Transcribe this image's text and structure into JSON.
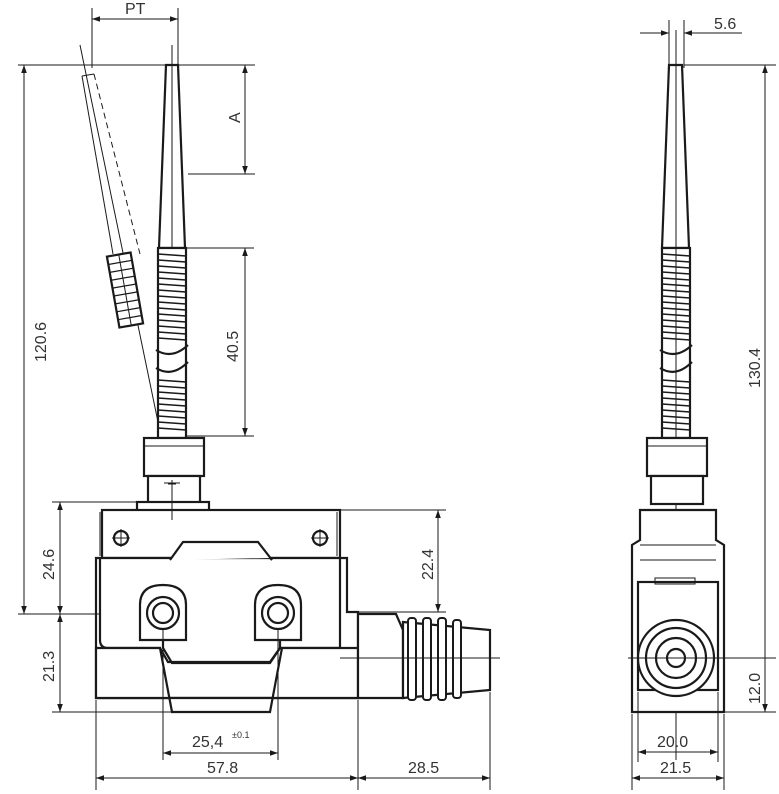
{
  "colors": {
    "line": "#1a1a1a",
    "text": "#333333",
    "background": "#ffffff"
  },
  "front_view": {
    "dim_pt": "PT",
    "dim_a": "A",
    "dim_spring_length": "40.5",
    "dim_total_height": "120.6",
    "dim_body_height": "24.6",
    "dim_upper_body": "22.4",
    "dim_lower_body": "21.3",
    "dim_mount_pitch": "25,4",
    "dim_mount_tolerance": "±0.1",
    "dim_body_width": "57.8",
    "dim_conduit_length": "28.5"
  },
  "side_view": {
    "dim_tip_width": "5.6",
    "dim_total_height": "130.4",
    "dim_axis_height": "12.0",
    "dim_inner_width": "20.0",
    "dim_outer_width": "21.5"
  }
}
